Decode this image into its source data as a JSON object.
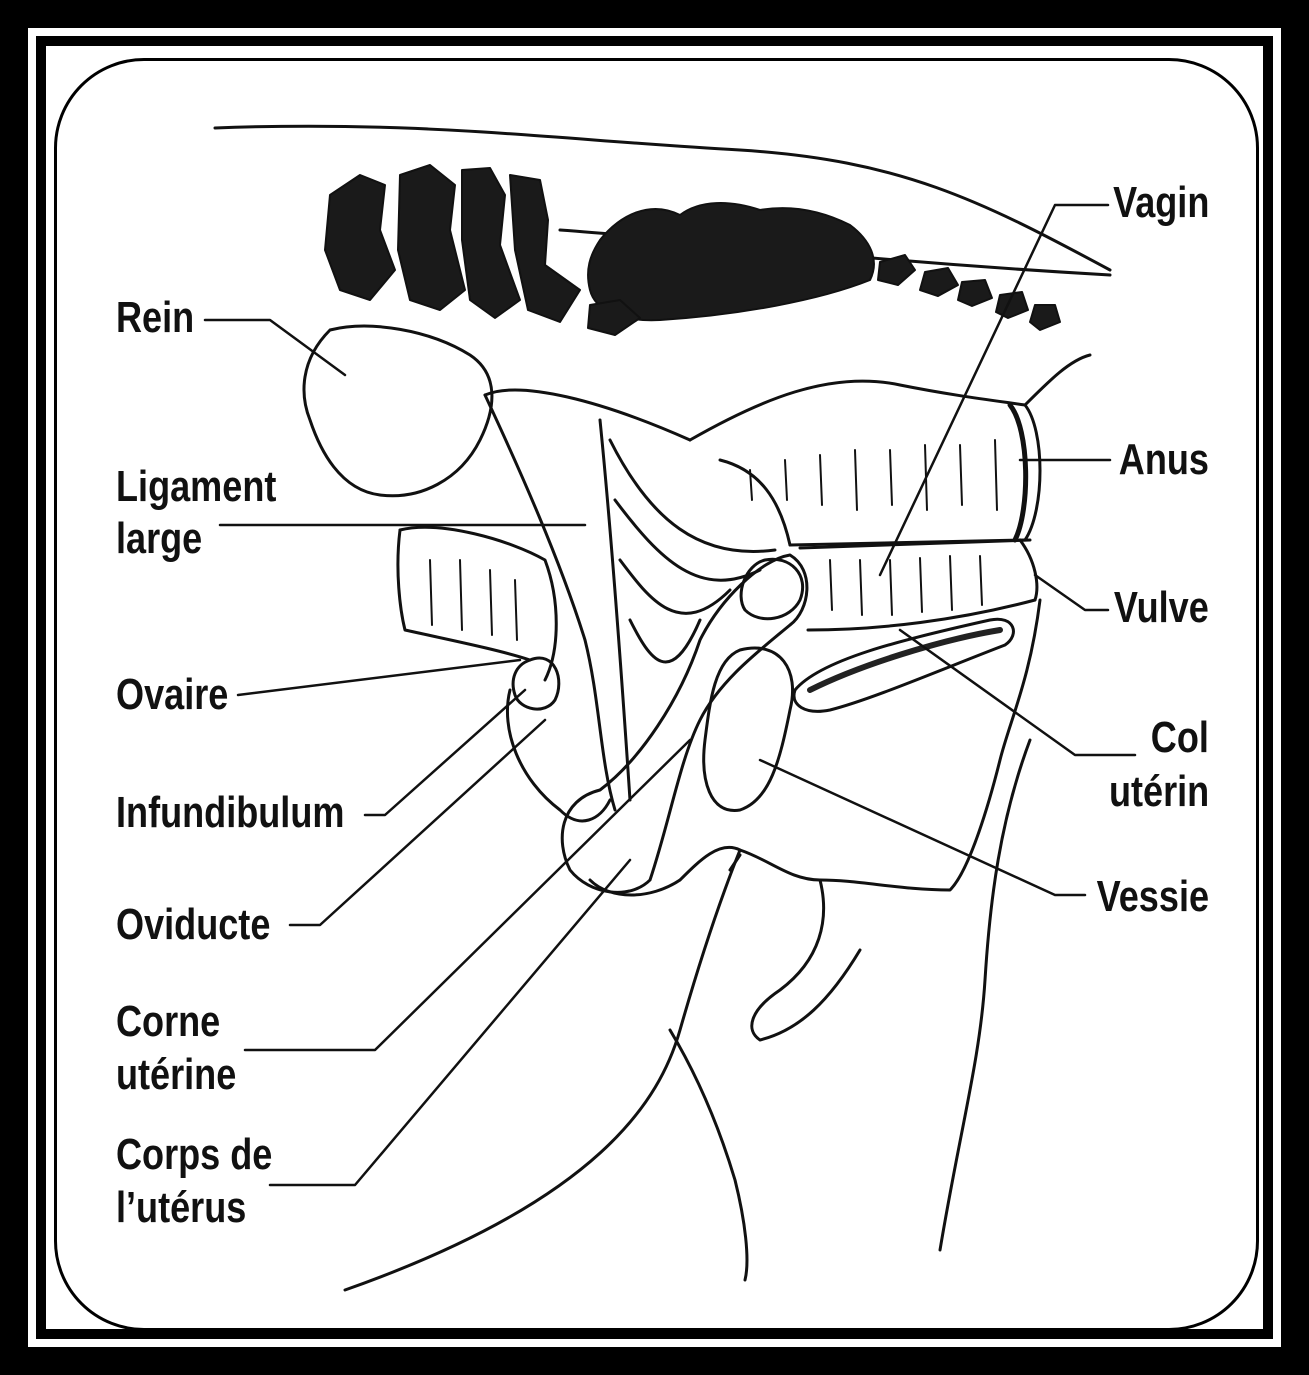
{
  "diagram": {
    "labels_left": {
      "rein": "Rein",
      "ligament_large_1": "Ligament",
      "ligament_large_2": "large",
      "ovaire": "Ovaire",
      "infundibulum": "Infundibulum",
      "oviducte": "Oviducte",
      "corne_uterine_1": "Corne",
      "corne_uterine_2": "utérine",
      "corps_uterus_1": "Corps de",
      "corps_uterus_2": "l’utérus"
    },
    "labels_right": {
      "vagin": "Vagin",
      "anus": "Anus",
      "vulve": "Vulve",
      "col_uterin_1": "Col",
      "col_uterin_2": "utérin",
      "vessie": "Vessie"
    }
  }
}
